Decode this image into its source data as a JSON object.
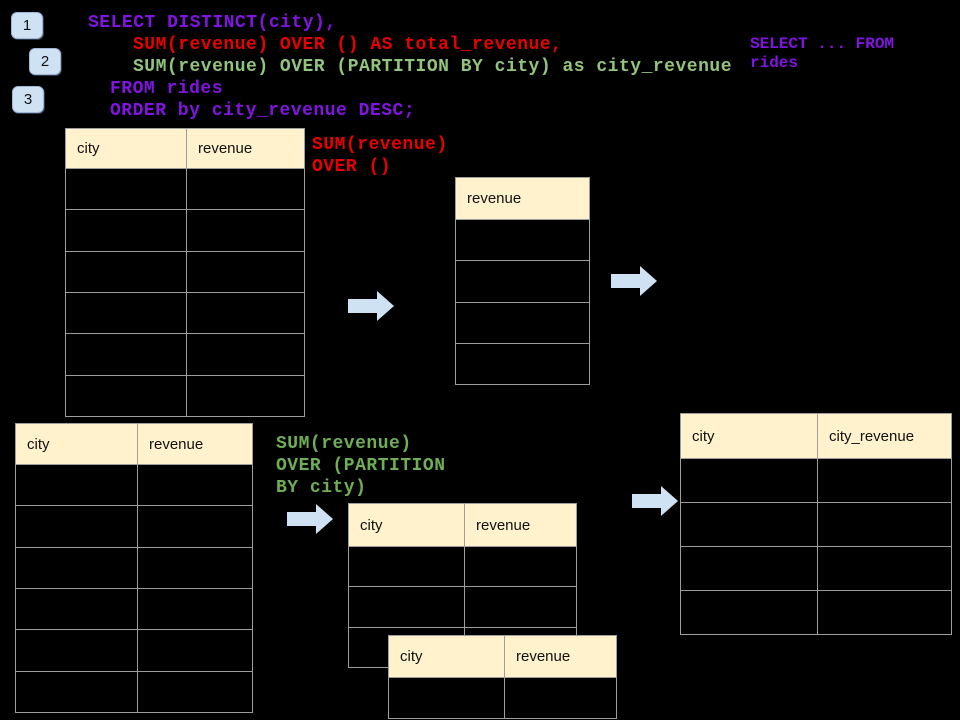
{
  "steps": [
    {
      "label": "1"
    },
    {
      "label": "2"
    },
    {
      "label": "3"
    }
  ],
  "sql": {
    "line_select": "SELECT DISTINCT(city),",
    "line_total": "SUM(revenue) OVER () AS total_revenue,",
    "line_partition": "SUM(revenue) OVER (PARTITION BY city) as city_revenue",
    "line_from": "FROM rides",
    "line_order": "ORDER by city_revenue DESC;"
  },
  "side_note": {
    "line1": "SELECT ... FROM",
    "line2": "rides"
  },
  "annotations": {
    "total_over": {
      "line1": "SUM(revenue)",
      "line2": "OVER ()"
    },
    "partition_over": {
      "line1": "SUM(revenue)",
      "line2": "OVER (PARTITION",
      "line3": "BY city)"
    }
  },
  "tables": {
    "rides_top": {
      "headers": [
        "city",
        "revenue"
      ],
      "empty_row_count": 6
    },
    "total_revenue_result": {
      "headers": [
        "revenue"
      ],
      "empty_row_count": 4
    },
    "rides_bottom": {
      "headers": [
        "city",
        "revenue"
      ],
      "empty_row_count": 6
    },
    "partition_front": {
      "headers": [
        "city",
        "revenue"
      ],
      "empty_row_count": 3
    },
    "partition_back": {
      "headers": [
        "city",
        "revenue"
      ],
      "empty_row_count": 1
    },
    "city_revenue_result": {
      "headers": [
        "city",
        "city_revenue"
      ],
      "empty_row_count": 4
    }
  },
  "colors": {
    "background": "#000000",
    "table_header_fill": "#FFF2CC",
    "table_border": "#9E9E9E",
    "badge_fill": "#CFE2F3",
    "arrow_fill": "#CFE2F3",
    "sql_purple": "#8014E0",
    "sql_red": "#E80000",
    "sql_green_light": "#93C47D",
    "sql_green": "#6FAE54"
  }
}
